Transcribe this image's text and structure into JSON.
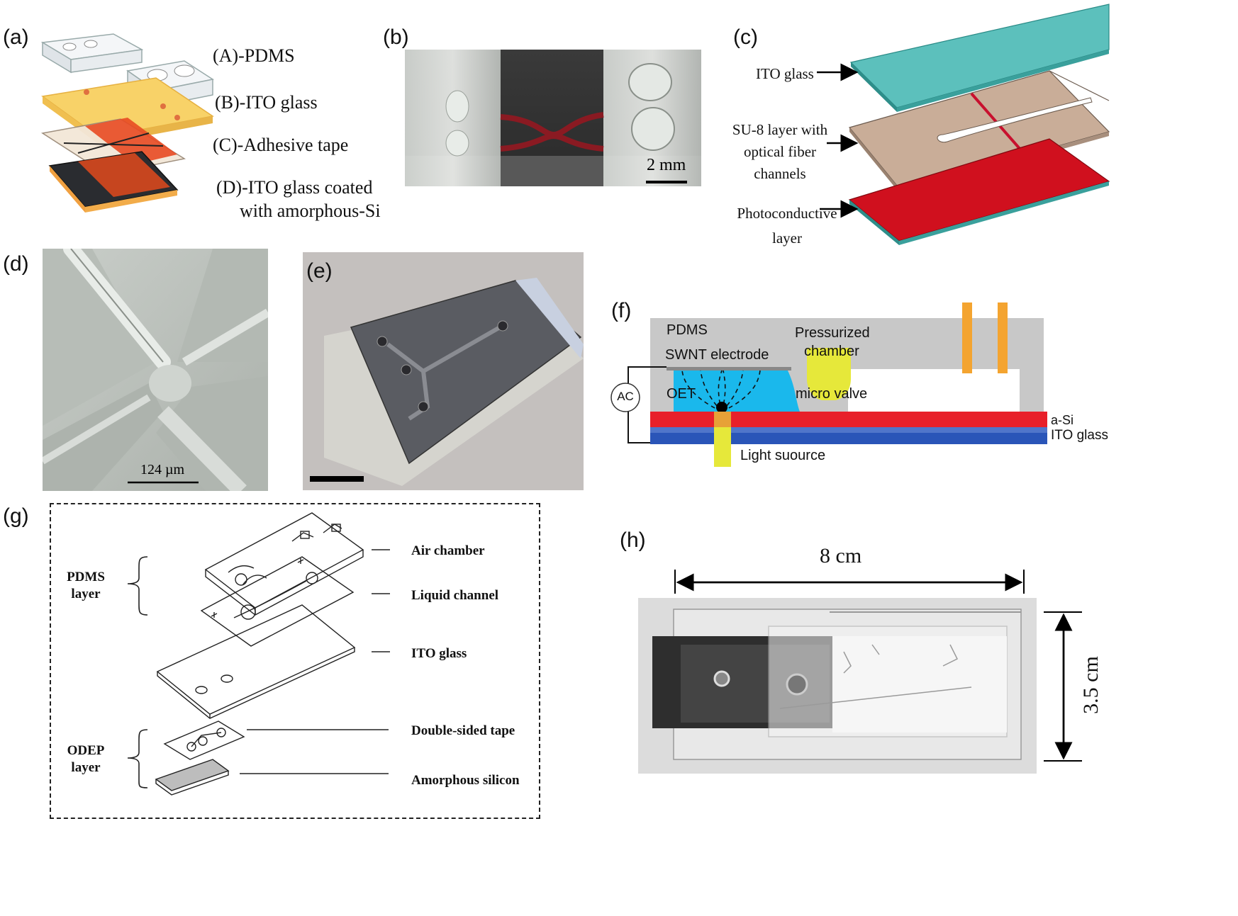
{
  "panels": {
    "a": {
      "label": "(a)",
      "layers": [
        "(A)-PDMS",
        "(B)-ITO glass",
        "(C)-Adhesive tape",
        "(D)-ITO glass coated",
        "with amorphous-Si"
      ]
    },
    "b": {
      "label": "(b)",
      "scale": "2 mm"
    },
    "c": {
      "label": "(c)",
      "ito": "ITO  glass",
      "su8_1": "SU-8 layer with",
      "su8_2": "optical fiber",
      "su8_3": "channels",
      "photo_1": "Photoconductive",
      "photo_2": "layer"
    },
    "d": {
      "label": "(d)",
      "scale": "124 µm"
    },
    "e": {
      "label": "(e)"
    },
    "f": {
      "label": "(f)",
      "pdms": "PDMS",
      "swnt": "SWNT electrode",
      "press_1": "Pressurized",
      "press_2": "chamber",
      "oet": "OET",
      "valve": "micro valve",
      "ac": "AC",
      "asi": "a-Si",
      "ito": "ITO glass",
      "light": "Light suource"
    },
    "g": {
      "label": "(g)",
      "pdms_1": "PDMS",
      "pdms_2": "layer",
      "odep_1": "ODEP",
      "odep_2": "layer",
      "air": "Air chamber",
      "liquid": "Liquid channel",
      "ito": "ITO glass",
      "tape": "Double-sided tape",
      "asi": "Amorphous silicon"
    },
    "h": {
      "label": "(h)",
      "width": "8 cm",
      "height": "3.5 cm"
    }
  },
  "colors": {
    "ito_cyan": "#5cc0bc",
    "su8_tan": "#c9ad98",
    "photo_red": "#d0101e",
    "pdms_gray": "#c8c8c8",
    "oet_blue": "#1ab8ec",
    "asi_red": "#e8202a",
    "ito_blue": "#2a55b8",
    "light_yellow": "#e6e83a",
    "electrode_orange": "#f4a430"
  }
}
